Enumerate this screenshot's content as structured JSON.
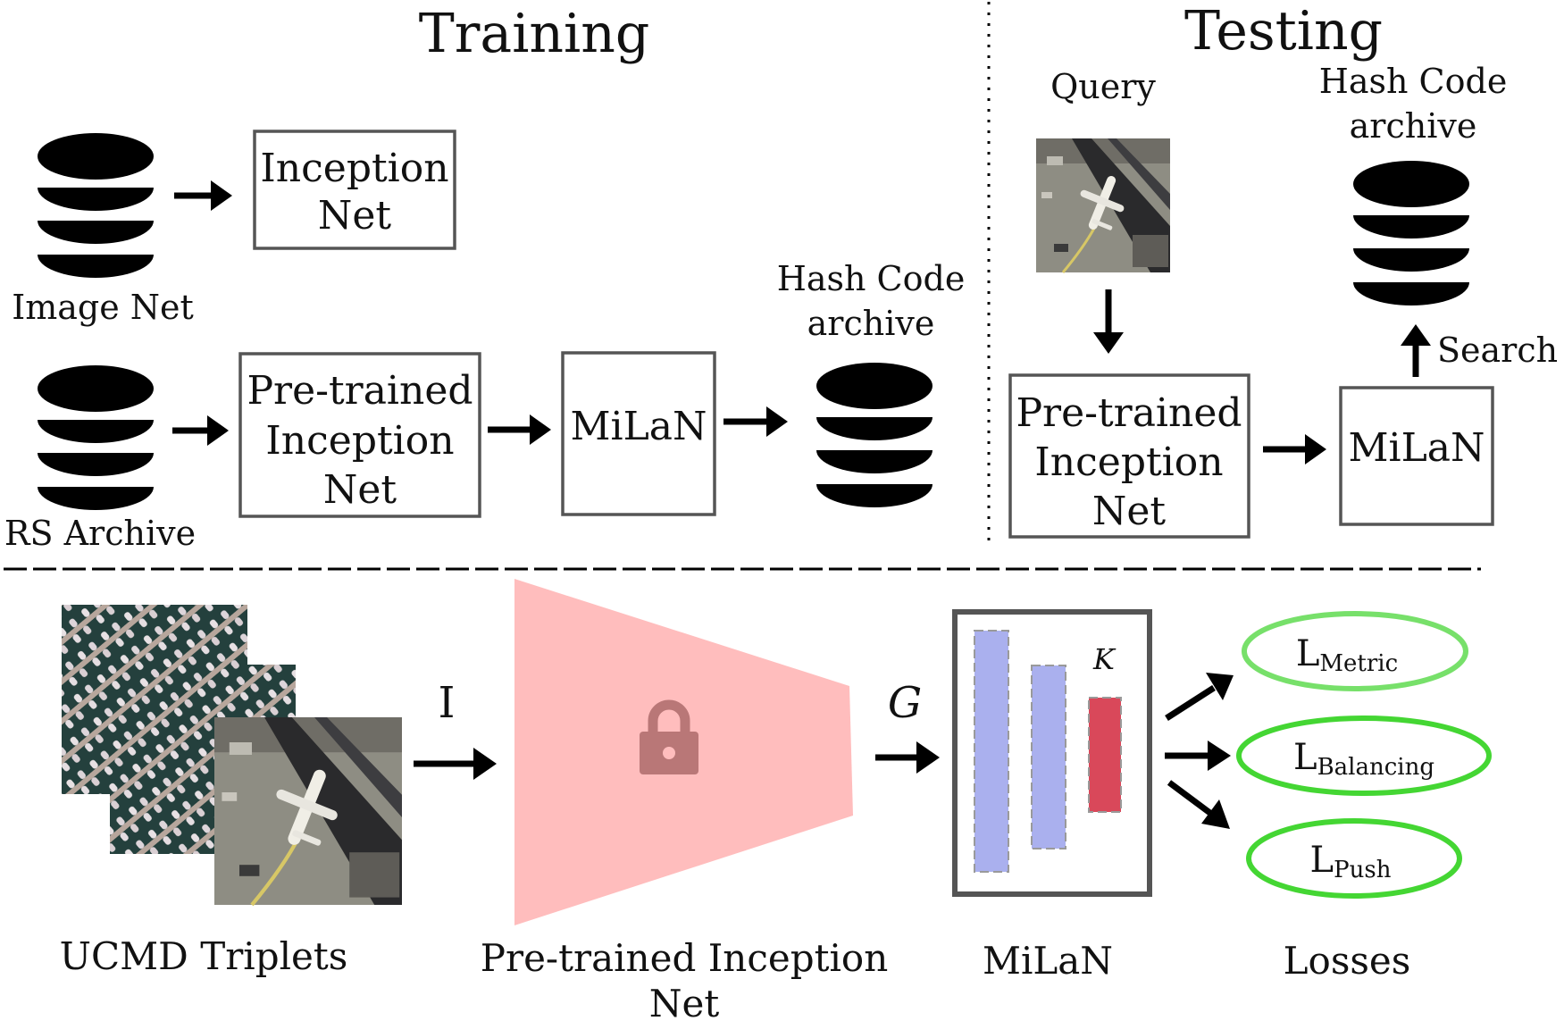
{
  "sections": {
    "training_title": "Training",
    "testing_title": "Testing"
  },
  "training": {
    "imagenet_label": "Image Net",
    "inception_box": [
      "Inception",
      "Net"
    ],
    "rs_archive_label": "RS Archive",
    "pretrained_box": [
      "Pre-trained",
      "Inception",
      "Net"
    ],
    "milan_box": "MiLaN",
    "hash_archive_label": [
      "Hash Code",
      "archive"
    ]
  },
  "testing": {
    "query_label": "Query",
    "hash_archive_label": [
      "Hash Code",
      "archive"
    ],
    "search_label": "Search",
    "pretrained_box": [
      "Pre-trained",
      "Inception",
      "Net"
    ],
    "milan_box": "MiLaN"
  },
  "bottom": {
    "triplets_label": "UCMD Triplets",
    "input_symbol": "I",
    "network_label": [
      "Pre-trained Inception",
      "Net"
    ],
    "feature_symbol": "G",
    "milan_label": "MiLaN",
    "k_symbol": "K",
    "losses_label": "Losses",
    "losses": [
      {
        "main": "L",
        "sub": "Metric"
      },
      {
        "main": "L",
        "sub": "Balancing"
      },
      {
        "main": "L",
        "sub": "Push"
      }
    ]
  },
  "icons": {
    "database": "database-icon",
    "lock": "lock-icon",
    "query_image": "airport-aerial-image",
    "triplet_images": [
      "harbor-aerial-image",
      "harbor-aerial-image",
      "airport-aerial-image"
    ]
  },
  "colors": {
    "network_trapezoid": "#ffbdbd",
    "lock": "#b97777",
    "milan_layer": "#aab0ee",
    "hash_layer": "#d9485a",
    "loss_outline": "#44d633",
    "harbor_water": "#24403d",
    "airport_ground": "#8e8d83"
  }
}
